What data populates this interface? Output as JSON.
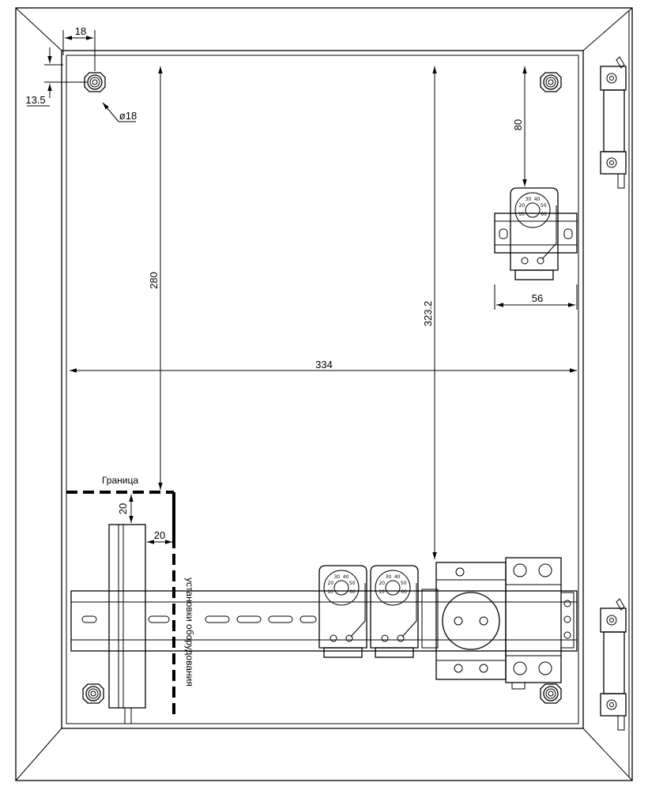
{
  "dimensions": {
    "hole_offset_x": "18",
    "hole_offset_y": "13.5",
    "hole_diameter": "ø18",
    "top_to_boundary": "280",
    "top_to_rail": "323.2",
    "inner_width": "334",
    "top_to_thermostat": "80",
    "thermostat_width": "56",
    "boundary_gap_vertical": "20",
    "boundary_gap_horizontal": "20"
  },
  "labels": {
    "boundary": "Граница",
    "install_zone": "установки оборудования"
  },
  "thermostat_scale": [
    "10",
    "20",
    "30",
    "40",
    "50",
    "60"
  ],
  "colors": {
    "line": "#000000",
    "background": "#ffffff"
  }
}
